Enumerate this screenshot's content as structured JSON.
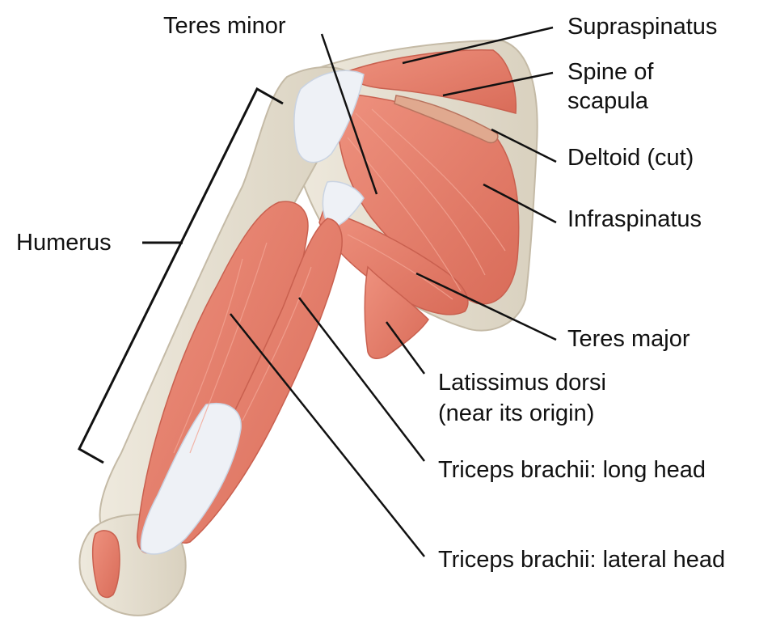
{
  "labels": {
    "teres_minor": "Teres minor",
    "supraspinatus": "Supraspinatus",
    "spine_of_scapula_1": "Spine of",
    "spine_of_scapula_2": "scapula",
    "deltoid_cut": "Deltoid (cut)",
    "infraspinatus": "Infraspinatus",
    "humerus": "Humerus",
    "teres_major": "Teres major",
    "latissimus_1": "Latissimus dorsi",
    "latissimus_2": "(near its origin)",
    "triceps_long": "Triceps brachii: long head",
    "triceps_lateral": "Triceps brachii: lateral head"
  },
  "colors": {
    "muscle": "#e8826f",
    "muscle_dark": "#c9604f",
    "muscle_fiber": "#f3a594",
    "bone": "#e6e0d2",
    "bone_edge": "#c4baa6",
    "tendon": "#eef1f6",
    "tendon_shade": "#c9d3e2",
    "line": "#111111"
  }
}
